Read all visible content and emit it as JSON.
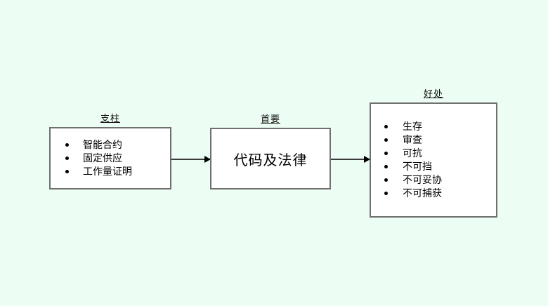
{
  "diagram": {
    "background_color": "#ecfdf3",
    "box_fill_color": "#ffffff",
    "box_border_color": "#6f6f6f",
    "arrow_color": "#3b3b3b",
    "nodes": [
      {
        "label": "支柱",
        "items": [
          "智能合约",
          "固定供应",
          "工作量证明"
        ]
      },
      {
        "label": "首要",
        "text": "代码及法律"
      },
      {
        "label": "好处",
        "items": [
          "生存",
          "审查",
          "可抗",
          "不可挡",
          "不可妥协",
          "不可捕获"
        ]
      }
    ]
  }
}
